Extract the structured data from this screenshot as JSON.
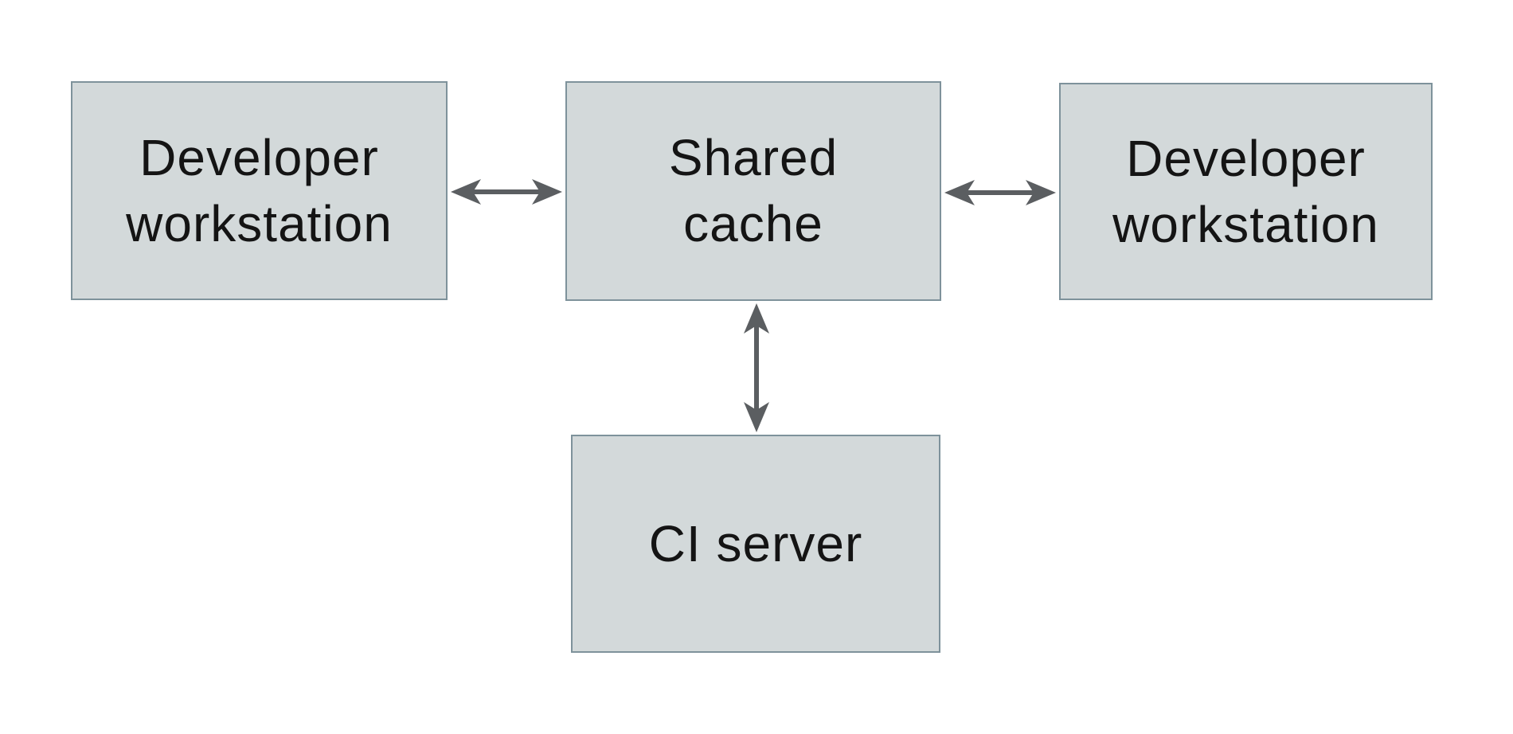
{
  "diagram": {
    "type": "architecture-diagram",
    "background": "#ffffff",
    "nodes": [
      {
        "id": "dev-left",
        "label": "Developer workstation",
        "lines": [
          "Developer",
          "workstation"
        ]
      },
      {
        "id": "cache",
        "label": "Shared cache",
        "lines": [
          "Shared",
          "cache"
        ]
      },
      {
        "id": "dev-right",
        "label": "Developer workstation",
        "lines": [
          "Developer",
          "workstation"
        ]
      },
      {
        "id": "ci",
        "label": "CI server",
        "lines": [
          "CI server"
        ]
      }
    ],
    "edges": [
      {
        "from": "dev-left",
        "to": "cache",
        "direction": "bidirectional",
        "orientation": "horizontal"
      },
      {
        "from": "cache",
        "to": "dev-right",
        "direction": "bidirectional",
        "orientation": "horizontal"
      },
      {
        "from": "cache",
        "to": "ci",
        "direction": "bidirectional",
        "orientation": "vertical"
      }
    ],
    "colors": {
      "node_fill": "#d3d9da",
      "node_border": "#7e929b",
      "arrow": "#5b5e61",
      "text": "#141414"
    }
  }
}
